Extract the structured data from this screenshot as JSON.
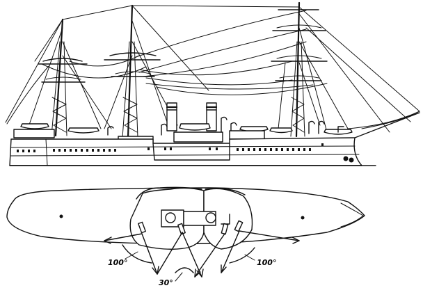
{
  "drawing": {
    "views": [
      "side-elevation",
      "plan-view"
    ],
    "stroke_color": "#111111",
    "background_color": "#ffffff"
  },
  "annotations": {
    "left_sector": "100°",
    "bow_sector": "30°",
    "right_sector": "100°"
  }
}
